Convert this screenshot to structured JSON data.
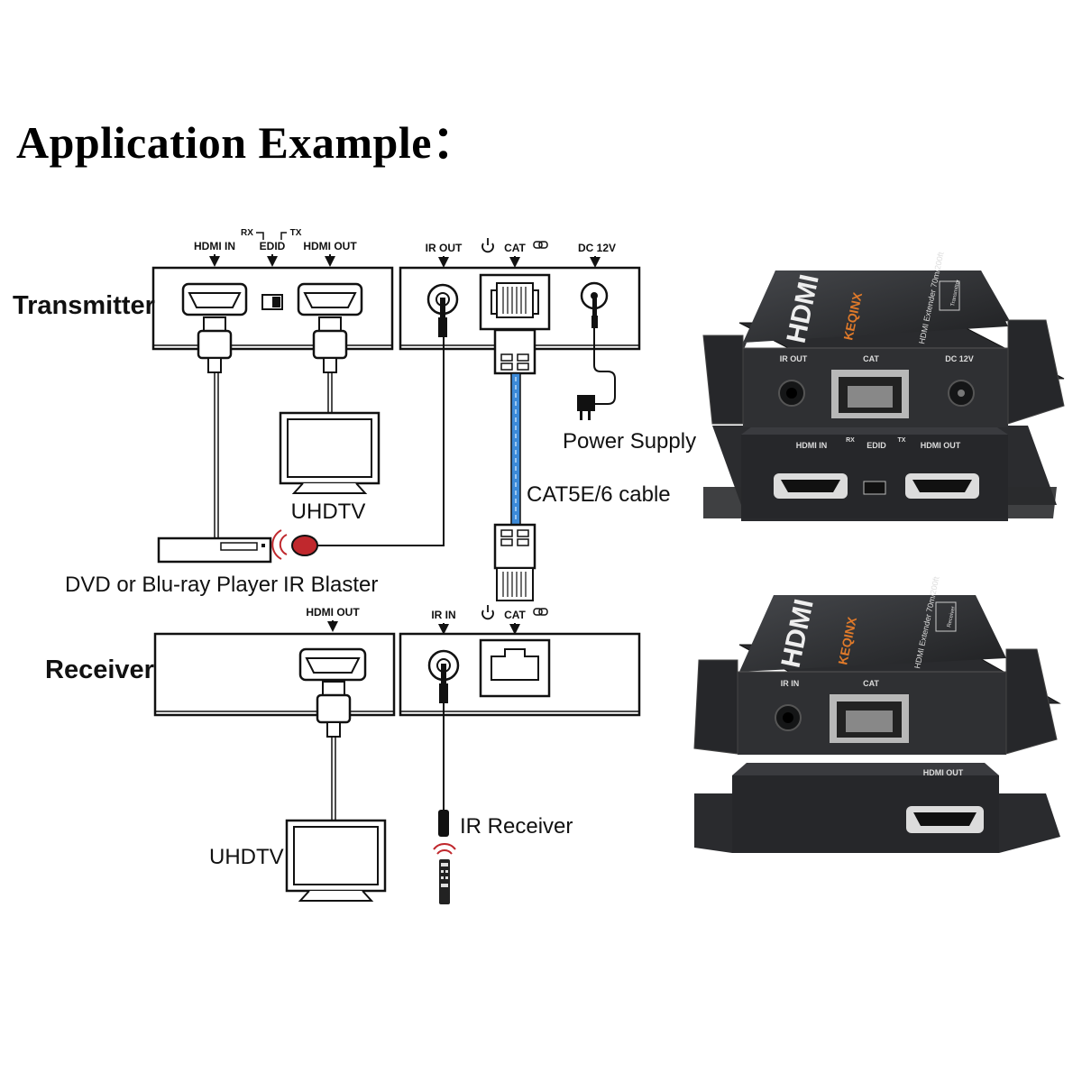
{
  "title": "Application Example：",
  "transmitter": {
    "label": "Transmitter",
    "ports": {
      "hdmi_in": "HDMI IN",
      "edid": "EDID",
      "rx": "RX",
      "tx": "TX",
      "hdmi_out": "HDMI OUT",
      "ir_out": "IR OUT",
      "cat": "CAT",
      "dc": "DC 12V"
    }
  },
  "receiver": {
    "label": "Receiver",
    "ports": {
      "hdmi_out": "HDMI OUT",
      "ir_in": "IR IN",
      "cat": "CAT"
    }
  },
  "labels": {
    "uhdtv_top": "UHDTV",
    "dvd": "DVD or Blu-ray Player",
    "ir_blaster": "IR Blaster",
    "power_supply": "Power Supply",
    "cable": "CAT5E/6 cable",
    "uhdtv_bottom": "UHDTV",
    "ir_receiver": "IR Receiver"
  },
  "product_tx": {
    "brand": "HDMI",
    "maker": "KEQINX",
    "model": "HDMI Extender 70m/200ft",
    "badge": "Transmitter",
    "ir": "IR OUT",
    "cat": "CAT",
    "dc": "DC 12V",
    "hdmi_in": "HDMI IN",
    "edid": "EDID",
    "rx": "RX",
    "tx": "TX",
    "hdmi_out": "HDMI OUT"
  },
  "product_rx": {
    "brand": "HDMI",
    "maker": "KEQINX",
    "model": "HDMI Extender 70m/200ft",
    "badge": "Receiver",
    "ir": "IR IN",
    "cat": "CAT",
    "hdmi_out": "HDMI OUT"
  },
  "colors": {
    "cable_blue": "#3c8ad8",
    "ir_red": "#c0282d",
    "device_body": "#2f3033"
  }
}
